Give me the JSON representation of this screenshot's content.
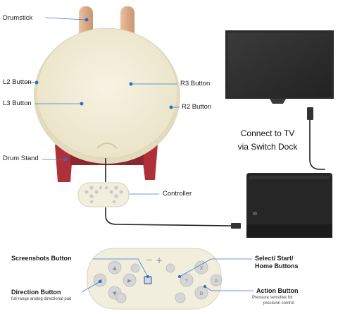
{
  "labels": {
    "drumstick": "Drumstick",
    "l2": "L2 Button",
    "l3": "L3 Button",
    "r3": "R3 Button",
    "r2": "R2 Button",
    "drum_stand": "Drum Stand",
    "controller": "Controller",
    "connect_line1": "Connect to TV",
    "connect_line2": "via Switch Dock",
    "screenshots": "Screenshots Button",
    "select_start": "Select/ Start/",
    "home_buttons": "Home Buttons",
    "direction": "Direction Button",
    "direction_sub": "full-range analog directional pad",
    "action": "Action Button",
    "action_sub1": "Pressure sensitive for",
    "action_sub2": "precision control"
  },
  "button_glyphs": {
    "up": "▲",
    "down": "▼",
    "left": "◀",
    "right": "▶",
    "x": "X",
    "y": "Y",
    "a": "A",
    "b": "B",
    "minus": "−",
    "plus": "+"
  },
  "colors": {
    "drum_cream": "#f3eedb",
    "drum_rim": "#e6dfc4",
    "stand_red": "#b0303a",
    "stick_tan": "#ddb08e",
    "tv_body": "#2f2f2f",
    "dock_body": "#262626",
    "callout_blue": "#2e6fc4"
  },
  "icons": [
    "drumstick-icon",
    "drum-icon",
    "tv-icon",
    "switch-dock-icon",
    "controller-icon"
  ]
}
